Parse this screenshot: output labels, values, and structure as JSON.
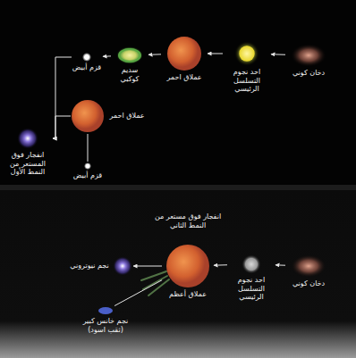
{
  "diagram": {
    "nodes": [
      {
        "text": [
          "دخان كوني"
        ]
      },
      {
        "text": [
          "احد نجوم التسلسل الرئيسي"
        ]
      },
      {
        "text": [
          "عملاق احمر"
        ]
      },
      {
        "text": [
          "سديم كوكبي"
        ]
      },
      {
        "text": [
          "قزم أبيض"
        ]
      },
      {
        "text": [
          "عملاق احمر"
        ]
      },
      {
        "text": [
          "قزم أبيض"
        ]
      },
      {
        "text": [
          "انفجار فوق المستعر من النمط الأول"
        ]
      },
      {
        "text": [
          "دخان كوني"
        ]
      },
      {
        "text": [
          "احد نجوم التسلسل الرئيسي"
        ]
      },
      {
        "text": [
          "عملاق أعظم"
        ]
      },
      {
        "text": [
          "نجم نيوتروني"
        ]
      },
      {
        "text": [
          "نجم خانس كبير (ثقب اسود)"
        ]
      }
    ],
    "edges": [
      {
        "from": 0,
        "to": 1,
        "arrow": "to"
      },
      {
        "from": 1,
        "to": 2,
        "arrow": "to"
      },
      {
        "from": 2,
        "to": 3,
        "arrow": "to"
      },
      {
        "from": 3,
        "to": 4,
        "arrow": "to"
      },
      {
        "from": 5,
        "to": 6,
        "arrow": "none"
      },
      {
        "from": 4,
        "to": 7,
        "arrow": "to"
      },
      {
        "from": 5,
        "to": 7,
        "arrow": "to"
      },
      {
        "from": 8,
        "to": 9,
        "arrow": "to"
      },
      {
        "from": 9,
        "to": 10,
        "arrow": "to"
      },
      {
        "from": 10,
        "to": 11,
        "arrow": "to"
      },
      {
        "from": 10,
        "to": 12,
        "arrow": "none"
      }
    ],
    "labels": [
      "انفجار فوق مستعر من النمط الثاني"
    ]
  }
}
